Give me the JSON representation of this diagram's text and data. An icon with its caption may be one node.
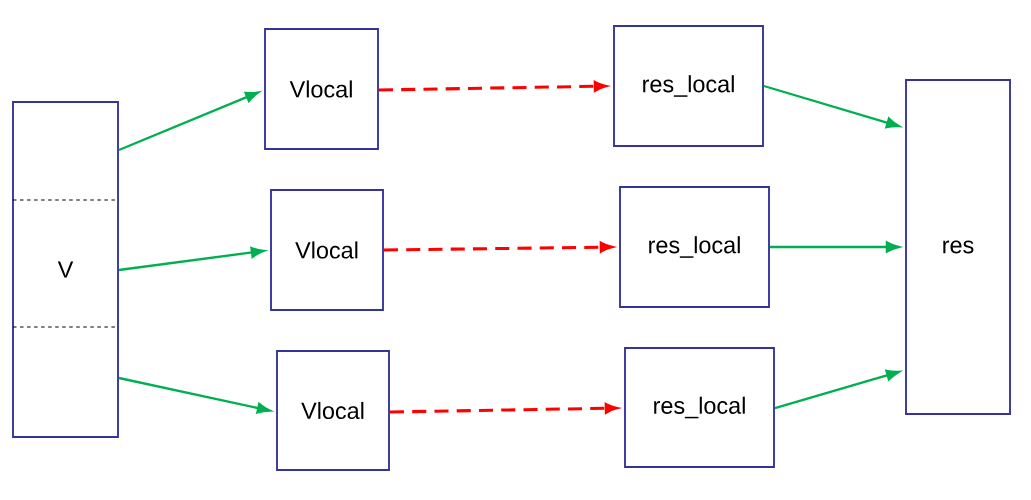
{
  "diagram": {
    "nodes": [
      {
        "text": [
          "V"
        ]
      },
      {
        "text": [
          "Vlocal"
        ]
      },
      {
        "text": [
          "Vlocal"
        ]
      },
      {
        "text": [
          "Vlocal"
        ]
      },
      {
        "text": [
          "res_local"
        ]
      },
      {
        "text": [
          "res_local"
        ]
      },
      {
        "text": [
          "res_local"
        ]
      },
      {
        "text": [
          "res"
        ]
      }
    ],
    "edges": [
      {
        "from": 0,
        "to": 1,
        "arrow": "to"
      },
      {
        "from": 0,
        "to": 2,
        "arrow": "to"
      },
      {
        "from": 0,
        "to": 3,
        "arrow": "to"
      },
      {
        "from": 1,
        "to": 4,
        "arrow": "to",
        "style": "dashed",
        "color": "#ff0000"
      },
      {
        "from": 2,
        "to": 5,
        "arrow": "to",
        "style": "dashed",
        "color": "#ff0000"
      },
      {
        "from": 3,
        "to": 6,
        "arrow": "to",
        "style": "dashed",
        "color": "#ff0000"
      },
      {
        "from": 4,
        "to": 7,
        "arrow": "to"
      },
      {
        "from": 5,
        "to": 7,
        "arrow": "to"
      },
      {
        "from": 6,
        "to": 7,
        "arrow": "to"
      }
    ]
  }
}
